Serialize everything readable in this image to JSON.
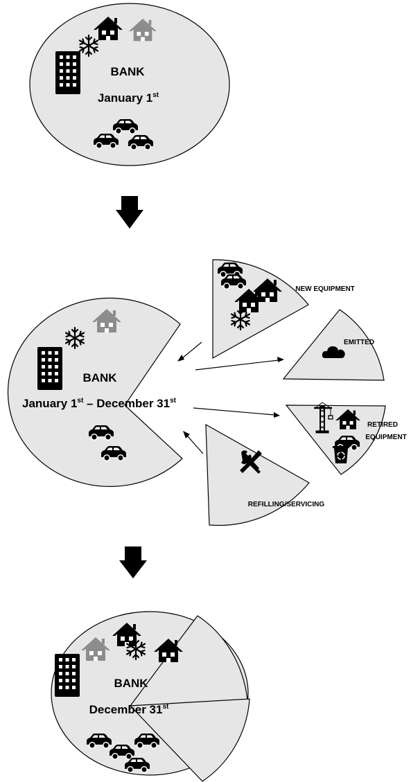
{
  "stage1": {
    "title": "BANK",
    "date_main": "January 1",
    "date_sup": "st",
    "icons": [
      "building-icon",
      "house-icon",
      "snowflake-icon",
      "car-icon"
    ]
  },
  "stage2": {
    "title": "BANK",
    "date_start": "January 1",
    "date_start_sup": "st",
    "date_sep": " – ",
    "date_end": "December 31",
    "date_end_sup": "st",
    "slices": {
      "new_equipment": "NEW EQUIPMENT",
      "emitted": "EMITTED",
      "retired_line1": "RETIRED",
      "retired_line2": "EQUIPMENT",
      "refilling": "REFILLING/SERVICING"
    },
    "icons": [
      "building-icon",
      "house-icon",
      "snowflake-icon",
      "car-icon",
      "cloud-icon",
      "crane-icon",
      "recycle-icon",
      "tools-icon"
    ]
  },
  "stage3": {
    "title": "BANK",
    "date_main": "December 31",
    "date_sup": "st"
  },
  "colors": {
    "fill": "#e6e6e6",
    "stroke": "#000000",
    "grey_house": "#8c8c8c",
    "icon": "#000000"
  }
}
